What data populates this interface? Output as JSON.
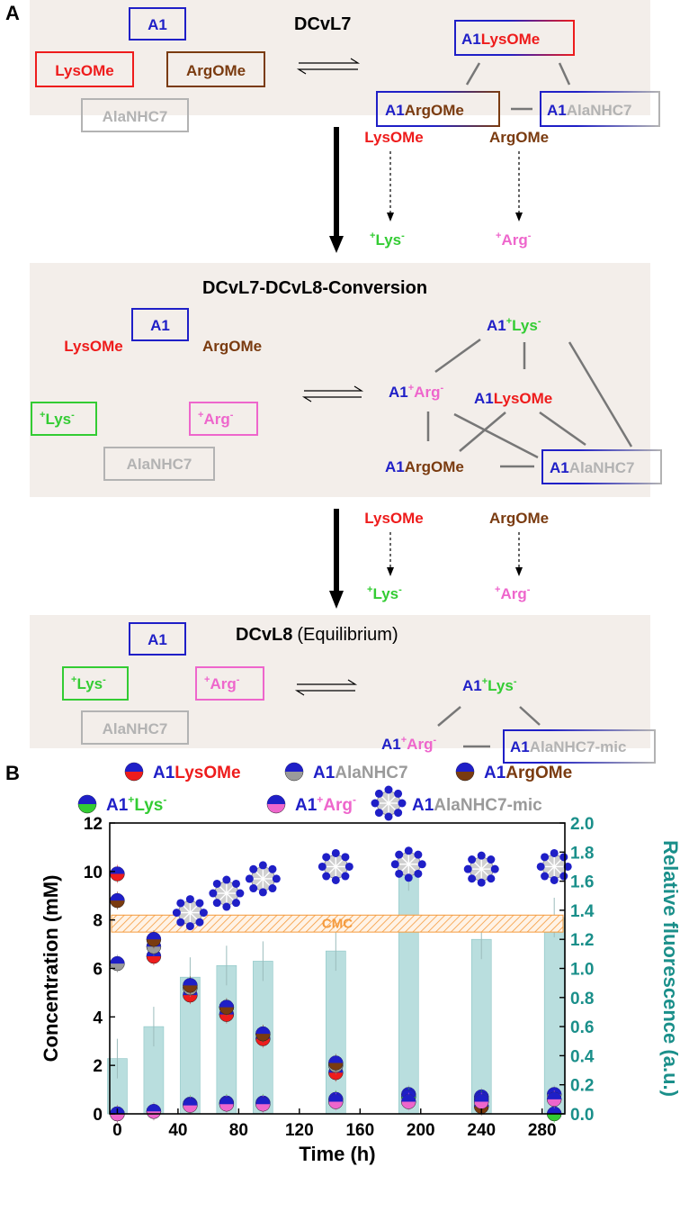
{
  "colors": {
    "blue": "#1f1fc7",
    "red": "#ee1c1c",
    "brown": "#7a3b10",
    "gray": "#b3b3b3",
    "green": "#33cc33",
    "pink": "#ee66cc",
    "panel": "#f3eeea",
    "teal": "#1a8f8a",
    "bar": "#a8d6d6",
    "cmc": "#f59a3c"
  },
  "panel_a": {
    "label": "A",
    "row1": {
      "title": "DCvL7",
      "A1": "A1",
      "LysOMe": "LysOMe",
      "ArgOMe": "ArgOMe",
      "AlaNHC7": "AlaNHC7",
      "p_A1": "A1",
      "p_LysOMe": "LysOMe",
      "p_ArgOMe": "ArgOMe",
      "p_AlaNHC7": "AlaNHC7"
    },
    "step1": {
      "LysOMe": "LysOMe",
      "ArgOMe": "ArgOMe",
      "Lys_pre": "+",
      "Lys": "Lys",
      "Lys_post": "-",
      "Arg_pre": "+",
      "Arg": "Arg",
      "Arg_post": "-"
    },
    "row2": {
      "title": "DCvL7-DCvL8-Conversion",
      "A1": "A1",
      "LysOMe": "LysOMe",
      "ArgOMe": "ArgOMe",
      "AlaNHC7": "AlaNHC7",
      "Lys": "Lys",
      "Arg": "Arg",
      "pA1": "A1",
      "pLys": "Lys",
      "pArg": "Arg",
      "pLysOMe": "LysOMe",
      "pArgOMe": "ArgOMe",
      "pAlaNHC7": "AlaNHC7",
      "plus": "+",
      "minus": "-"
    },
    "step2": {
      "LysOMe": "LysOMe",
      "ArgOMe": "ArgOMe",
      "Lys": "Lys",
      "Arg": "Arg",
      "plus": "+",
      "minus": "-"
    },
    "row3": {
      "title": "DCvL8",
      "subtitle": "(Equilibrium)",
      "A1": "A1",
      "Lys": "Lys",
      "Arg": "Arg",
      "AlaNHC7": "AlaNHC7",
      "pA1": "A1",
      "pLys": "Lys",
      "pArg": "Arg",
      "pAlaNHC7mic": "AlaNHC7-mic",
      "plus": "+",
      "minus": "-"
    }
  },
  "panel_b": {
    "label": "B",
    "legend": [
      {
        "a1": "A1",
        "rest": "LysOMe",
        "color": "#ee1c1c"
      },
      {
        "a1": "A1",
        "rest": "AlaNHC7",
        "color": "#9a9a9a"
      },
      {
        "a1": "A1",
        "rest": "ArgOMe",
        "color": "#7a3b10"
      },
      {
        "a1": "A1",
        "sup": "+",
        "rest": "Lys",
        "sub": "-",
        "color": "#33cc33"
      },
      {
        "a1": "A1",
        "sup": "+",
        "rest": "Arg",
        "sub": "-",
        "color": "#ee66cc"
      },
      {
        "a1": "A1",
        "rest": "AlaNHC7-mic",
        "color": "#9a9a9a"
      }
    ],
    "cmc_label": "CMC"
  },
  "chart_data": {
    "type": "bar+scatter",
    "xlabel": "Time (h)",
    "ylabel_left": "Concentration (mM)",
    "ylabel_right": "Relative fluorescence (a.u.)",
    "xlim": [
      -5,
      295
    ],
    "ylim_left": [
      0,
      12
    ],
    "ylim_right": [
      0,
      2.0
    ],
    "x_ticks": [
      0,
      40,
      80,
      120,
      160,
      200,
      240,
      280
    ],
    "y_ticks_left": [
      0,
      2,
      4,
      6,
      8,
      10,
      12
    ],
    "y_ticks_right": [
      "0.0",
      "0.2",
      "0.4",
      "0.6",
      "0.8",
      "1.0",
      "1.2",
      "1.4",
      "1.6",
      "1.8",
      "2.0"
    ],
    "cmc_range": [
      7.5,
      8.2
    ],
    "bars": {
      "name": "Relative fluorescence",
      "x": [
        0,
        24,
        48,
        72,
        96,
        144,
        192,
        240,
        288
      ],
      "values": [
        0.38,
        0.6,
        0.94,
        1.02,
        1.05,
        1.12,
        1.67,
        1.2,
        1.35
      ]
    },
    "series": [
      {
        "name": "A1LysOMe",
        "color": "#ee1c1c",
        "x": [
          0,
          24,
          48,
          72,
          96,
          144
        ],
        "values": [
          9.9,
          6.5,
          4.9,
          4.1,
          3.1,
          1.7
        ]
      },
      {
        "name": "A1AlaNHC7",
        "color": "#9a9a9a",
        "x": [
          0,
          24,
          48,
          72,
          96,
          144,
          192,
          240,
          288
        ],
        "values": [
          6.2,
          6.9,
          5.2,
          4.4,
          3.3,
          2.0,
          0.8,
          0.7,
          0.8
        ]
      },
      {
        "name": "A1ArgOMe",
        "color": "#7a3b10",
        "x": [
          0,
          24,
          48,
          72,
          96,
          144,
          240
        ],
        "values": [
          8.8,
          7.2,
          5.3,
          4.4,
          3.3,
          2.1,
          0.3
        ]
      },
      {
        "name": "A1+Lys-",
        "color": "#33cc33",
        "x": [
          0,
          24,
          48,
          72,
          96,
          144,
          192,
          240,
          288
        ],
        "values": [
          0.0,
          0.1,
          0.4,
          0.45,
          0.45,
          0.6,
          0.7,
          0.6,
          0.0
        ]
      },
      {
        "name": "A1+Arg-",
        "color": "#ee66cc",
        "x": [
          0,
          24,
          48,
          72,
          96,
          144,
          192,
          240,
          288
        ],
        "values": [
          0.0,
          0.1,
          0.35,
          0.4,
          0.4,
          0.5,
          0.5,
          0.5,
          0.6
        ]
      },
      {
        "name": "A1AlaNHC7-mic",
        "color": "#9a9a9a",
        "x": [
          48,
          72,
          96,
          144,
          192,
          240,
          288
        ],
        "values": [
          8.3,
          9.1,
          9.7,
          10.2,
          10.3,
          10.1,
          10.2
        ]
      }
    ]
  }
}
